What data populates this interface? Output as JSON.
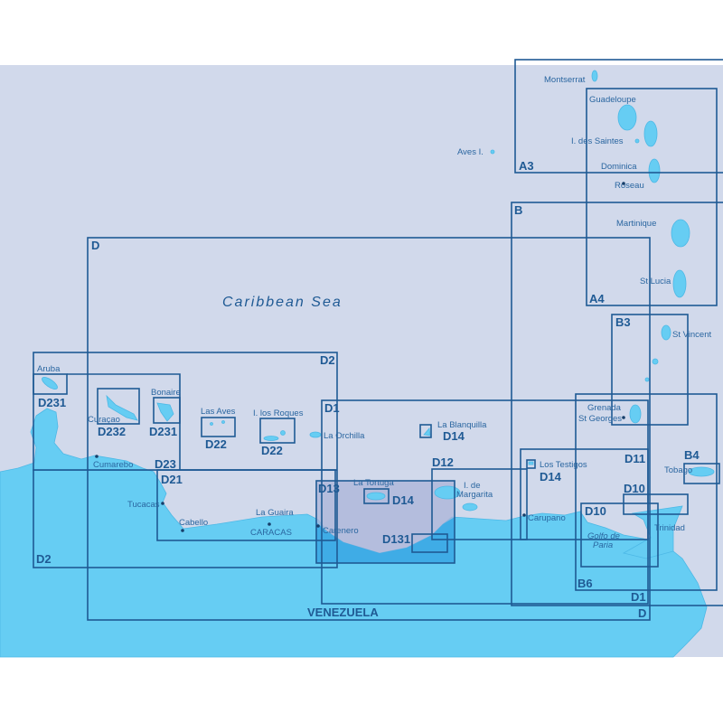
{
  "sea_label": "Caribbean Sea",
  "country_label": "VENEZUELA",
  "gulf_label_1": "Golfo de",
  "gulf_label_2": "Paria",
  "charts": {
    "A3": "A3",
    "A4": "A4",
    "B": "B",
    "B3": "B3",
    "B4": "B4",
    "B6": "B6",
    "D": "D",
    "D_bottom": "D",
    "D1": "D1",
    "D1_bottom": "D1",
    "D2": "D2",
    "D2_bottom": "D2",
    "D10a": "D10",
    "D10b": "D10",
    "D11": "D11",
    "D12": "D12",
    "D13": "D13",
    "D14_tortuga": "D14",
    "D14_blanquilla": "D14",
    "D14_testigos": "D14",
    "D131": "D131",
    "D21": "D21",
    "D22_aves": "D22",
    "D22_roques": "D22",
    "D23": "D23",
    "D231_aruba": "D231",
    "D231_bonaire": "D231",
    "D232": "D232"
  },
  "places": {
    "montserrat": "Montserrat",
    "guadeloupe": "Guadeloupe",
    "saintes": "I. des Saintes",
    "aves": "Aves I.",
    "dominica": "Dominica",
    "roseau": "Roseau",
    "martinique": "Martinique",
    "stlucia": "St Lucia",
    "stvincent": "St Vincent",
    "grenada": "Grenada",
    "stgeorges": "St Georges",
    "tobago": "Tobago",
    "trinidad": "Trinidad",
    "aruba": "Aruba",
    "curacao": "Curaçao",
    "bonaire": "Bonaire",
    "lasaves": "Las Aves",
    "losroques": "I. los Roques",
    "orchilla": "La Orchilla",
    "blanquilla": "La Blanquilla",
    "testigos": "Los Testigos",
    "tortuga": "La Tortuga",
    "margarita1": "I. de",
    "margarita2": "Margarita",
    "carupano": "Carupano",
    "cumarebo": "Cumarebo",
    "tucacas": "Tucacas",
    "cabello": "Cabello",
    "laguaira": "La Guaira",
    "caracas": "CARACAS",
    "carenero": "Carenero"
  },
  "colors": {
    "sea": "#d1d9eb",
    "land": "#66cdf3",
    "lines": "#1f5a94",
    "shaded": "#a9b3d8"
  }
}
